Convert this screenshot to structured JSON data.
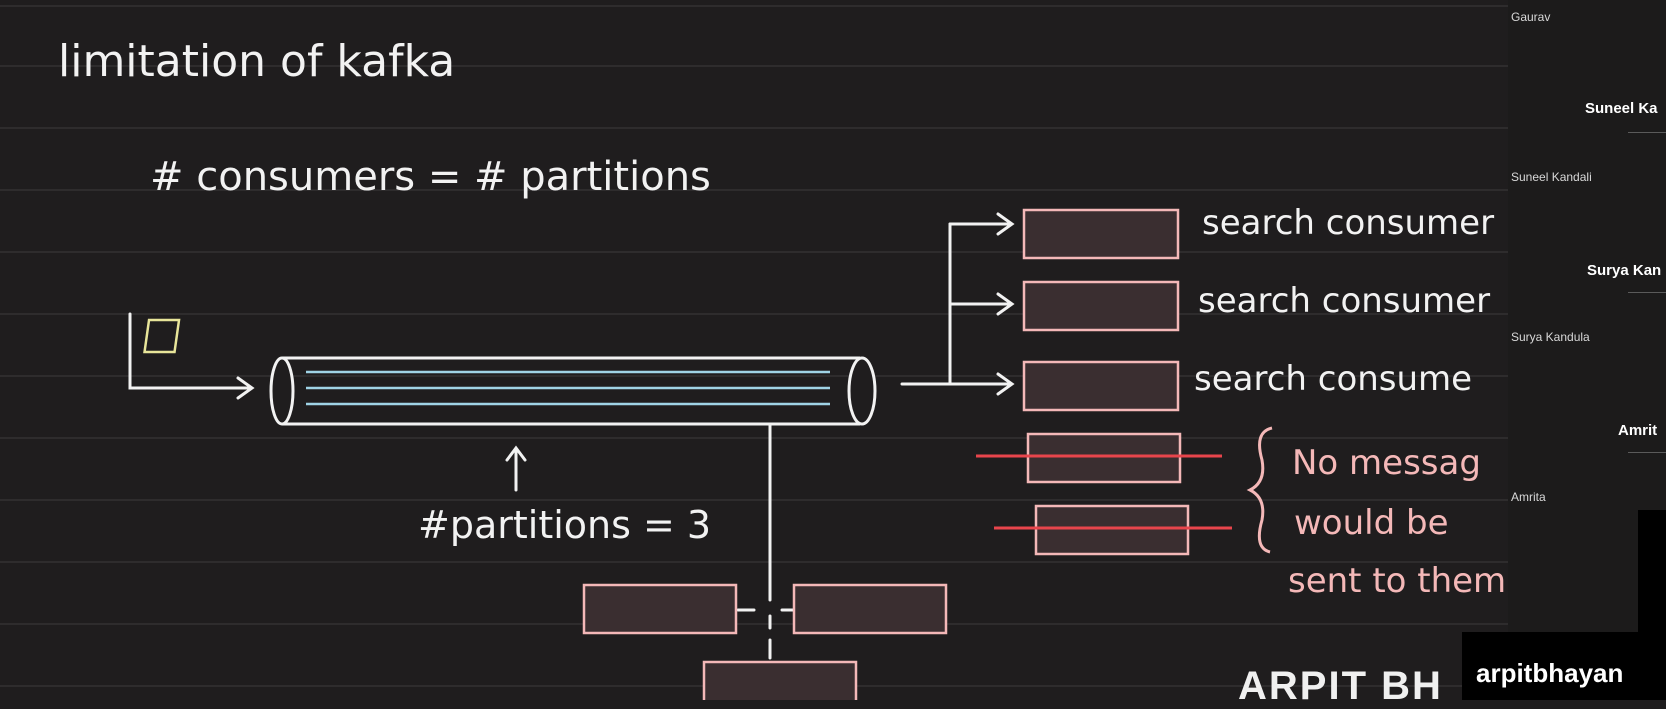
{
  "whiteboard": {
    "title": "limitation of kafka",
    "equation": "# consumers = # partitions",
    "partitions_label": "#partitions = 3",
    "consumer_labels": [
      "search consumer",
      "search consumer",
      "search consume"
    ],
    "no_message_note": [
      "No messag",
      "would be",
      "sent to them"
    ],
    "watermark": "ARPIT BH"
  },
  "participants": {
    "entries": [
      {
        "small_name": "Gaurav"
      },
      {
        "big_name": "Suneel Ka",
        "small_name": "Suneel Kandali"
      },
      {
        "big_name": "Surya Kan",
        "small_name": "Surya Kandula"
      },
      {
        "big_name": "Amrit",
        "small_name": "Amrita"
      }
    ]
  },
  "brand": {
    "handle": "arpitbhayan"
  },
  "colors": {
    "background": "#1f1d1e",
    "ink_white": "#f2f2f2",
    "box_pink": "#f4b8b8",
    "strike_red": "#e8454c",
    "partition_blue": "#9fd3e6",
    "message_yellow": "#e8e59a"
  }
}
